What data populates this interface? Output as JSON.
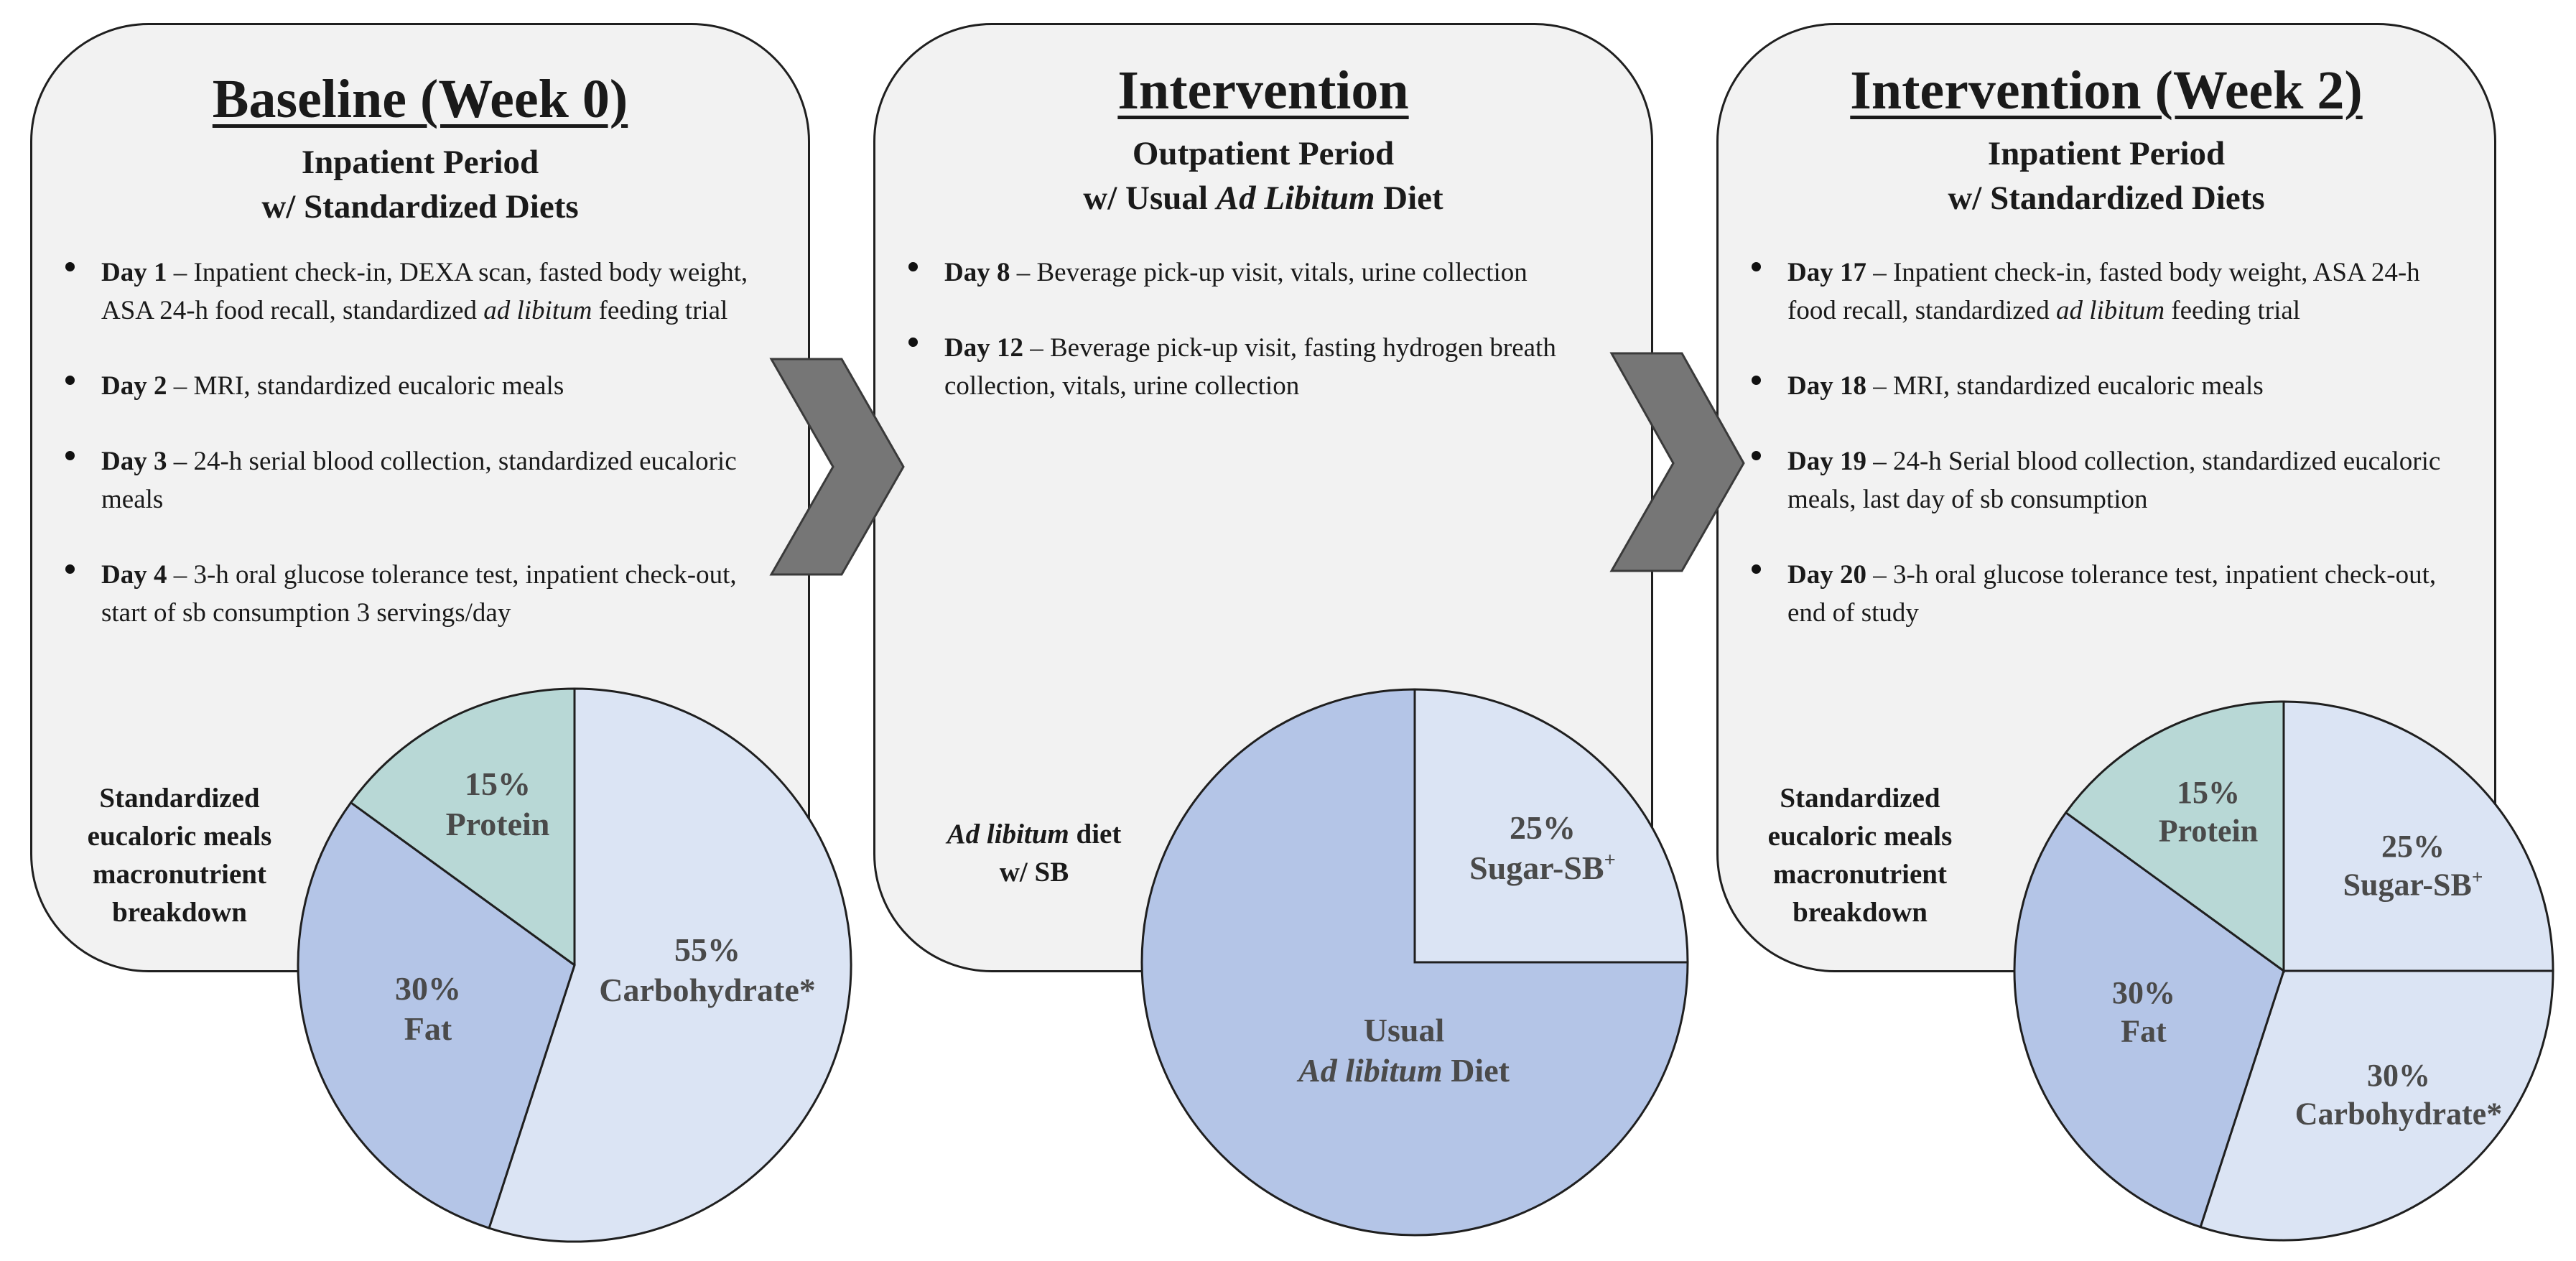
{
  "panels": [
    {
      "title": "Baseline (Week 0)",
      "subtitle_line1": "Inpatient Period",
      "subtitle_line2": "w/ Standardized Diets",
      "items": [
        {
          "day": "Day 1",
          "text_a": " – Inpatient check-in, DEXA scan, fasted body weight, ASA 24-h food recall, standardized ",
          "italic": "ad libitum",
          "text_b": " feeding trial"
        },
        {
          "day": "Day 2",
          "text_a": " –  MRI, standardized eucaloric meals",
          "italic": "",
          "text_b": ""
        },
        {
          "day": "Day 3",
          "text_a": " – 24-h serial blood collection, standardized eucaloric meals",
          "italic": "",
          "text_b": ""
        },
        {
          "day": "Day 4",
          "text_a": " – 3-h oral glucose tolerance test, inpatient check-out, start of sb consumption 3 servings/day",
          "italic": "",
          "text_b": ""
        }
      ],
      "side_label": [
        "Standardized",
        "eucaloric meals",
        "macronutrient",
        "breakdown"
      ]
    },
    {
      "title": "Intervention",
      "subtitle_line1": "Outpatient Period",
      "subtitle_line2_a": "w/ Usual ",
      "subtitle_line2_italic": "Ad Libitum",
      "subtitle_line2_b": " Diet",
      "items": [
        {
          "day": "Day 8",
          "text_a": " – Beverage pick-up visit, vitals, urine collection",
          "italic": "",
          "text_b": ""
        },
        {
          "day": "Day 12",
          "text_a": " – Beverage pick-up visit, fasting hydrogen breath collection, vitals, urine collection",
          "italic": "",
          "text_b": ""
        }
      ],
      "side_label_italic": "Ad libitum",
      "side_label_a": " diet",
      "side_label_b": "w/ SB"
    },
    {
      "title": "Intervention (Week 2)",
      "subtitle_line1": "Inpatient Period",
      "subtitle_line2": "w/ Standardized Diets",
      "items": [
        {
          "day": "Day 17",
          "text_a": " – Inpatient check-in, fasted body weight, ASA 24-h food recall, standardized ",
          "italic": "ad libitum",
          "text_b": " feeding trial"
        },
        {
          "day": "Day 18",
          "text_a": " – MRI, standardized eucaloric meals",
          "italic": "",
          "text_b": ""
        },
        {
          "day": "Day 19",
          "text_a": " –  24-h Serial blood collection, standardized eucaloric meals, last day of sb consumption",
          "italic": "",
          "text_b": ""
        },
        {
          "day": "Day 20",
          "text_a": " –  3-h oral glucose tolerance test, inpatient check-out, end of study",
          "italic": "",
          "text_b": ""
        }
      ],
      "side_label": [
        "Standardized",
        "eucaloric meals",
        "macronutrient",
        "breakdown"
      ]
    }
  ],
  "chart_data": [
    {
      "type": "pie",
      "slices": [
        {
          "pct_text": "15%",
          "label": "Protein",
          "value": 15,
          "color": "#b8d8d6"
        },
        {
          "pct_text": "55%",
          "label": "Carbohydrate*",
          "value": 55,
          "color": "#dbe4f4"
        },
        {
          "pct_text": "30%",
          "label": "Fat",
          "value": 30,
          "color": "#b4c5e7"
        }
      ]
    },
    {
      "type": "pie",
      "slices": [
        {
          "pct_text": "25%",
          "label": "Sugar-SB",
          "label_sup": "+",
          "value": 25,
          "color": "#dbe4f4"
        },
        {
          "pct_text": "Usual",
          "label_italic": "Ad libitum",
          "label": " Diet",
          "value": 75,
          "color": "#b4c5e7"
        }
      ]
    },
    {
      "type": "pie",
      "slices": [
        {
          "pct_text": "25%",
          "label": "Sugar-SB",
          "label_sup": "+",
          "value": 25,
          "color": "#dbe4f4"
        },
        {
          "pct_text": "30%",
          "label": "Carbohydrate*",
          "value": 30,
          "color": "#dbe4f4"
        },
        {
          "pct_text": "30%",
          "label": "Fat",
          "value": 30,
          "color": "#b4c5e7"
        },
        {
          "pct_text": "15%",
          "label": "Protein",
          "value": 15,
          "color": "#b8d8d6"
        }
      ]
    }
  ],
  "colors": {
    "panel_bg": "#f2f2f2",
    "arrow": "#767676",
    "outline": "#1f1f1f"
  }
}
